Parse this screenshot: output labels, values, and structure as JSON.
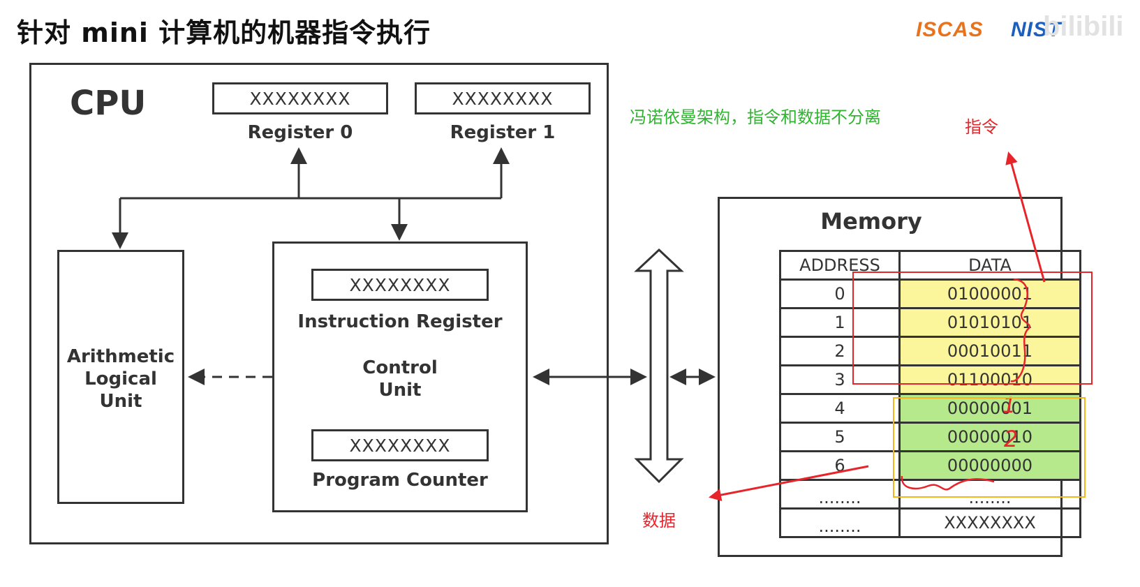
{
  "title": "针对 mini 计算机的机器指令执行",
  "logos": {
    "iscas": "ISCAS",
    "nist": "NIST",
    "watermark": "bilibili"
  },
  "cpu": {
    "label": "CPU",
    "register0": {
      "value": "XXXXXXXX",
      "label": "Register 0"
    },
    "register1": {
      "value": "XXXXXXXX",
      "label": "Register 1"
    },
    "alu": {
      "line1": "Arithmetic",
      "line2": "Logical",
      "line3": "Unit"
    },
    "control_unit": {
      "instruction_register": {
        "value": "XXXXXXXX",
        "label": "Instruction Register"
      },
      "line1": "Control",
      "line2": "Unit",
      "program_counter": {
        "value": "XXXXXXXX",
        "label": "Program Counter"
      }
    }
  },
  "annotations": {
    "von_neumann": "冯诺依曼架构，指令和数据不分离",
    "instructions": "指令",
    "data": "数据",
    "handwritten_1": "1",
    "handwritten_2": "2"
  },
  "memory": {
    "title": "Memory",
    "headers": {
      "address": "ADDRESS",
      "data": "DATA"
    },
    "rows": [
      {
        "address": "0",
        "data": "01000001",
        "kind": "instruction"
      },
      {
        "address": "1",
        "data": "01010101",
        "kind": "instruction"
      },
      {
        "address": "2",
        "data": "00010011",
        "kind": "instruction"
      },
      {
        "address": "3",
        "data": "01100010",
        "kind": "instruction"
      },
      {
        "address": "4",
        "data": "00000001",
        "kind": "data"
      },
      {
        "address": "5",
        "data": "00000010",
        "kind": "data"
      },
      {
        "address": "6",
        "data": "00000000",
        "kind": "data"
      },
      {
        "address": "........",
        "data": "........",
        "kind": "none"
      },
      {
        "address": "........",
        "data": "XXXXXXXX",
        "kind": "none"
      }
    ]
  },
  "colors": {
    "instruction_fill": "#fbf59b",
    "data_fill": "#b6e88c",
    "note_green": "#2fb52f",
    "annotation_red": "#e8242b",
    "box_orange": "#f5b51c"
  }
}
